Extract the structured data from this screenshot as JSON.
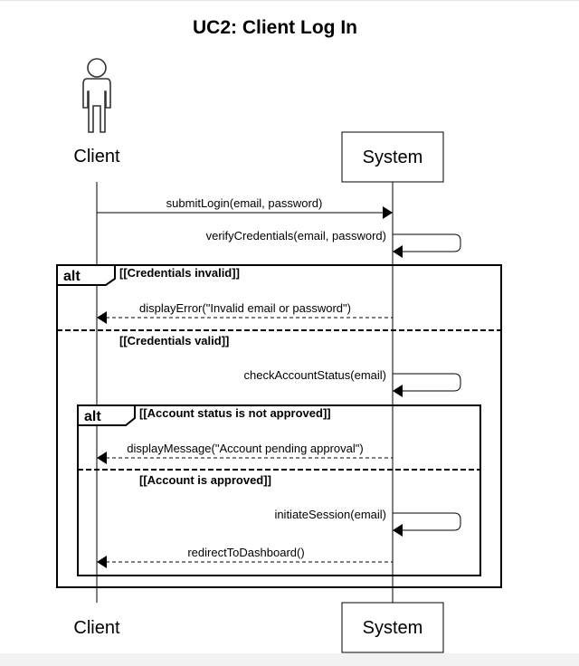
{
  "title": "UC2: Client Log In",
  "participants": {
    "client": "Client",
    "system": "System"
  },
  "messages": {
    "submit_login": "submitLogin(email, password)",
    "verify_credentials": "verifyCredentials(email, password)",
    "display_error": "displayError(\"Invalid email or password\")",
    "check_account_status": "checkAccountStatus(email)",
    "display_message": "displayMessage(\"Account pending approval\")",
    "initiate_session": "initiateSession(email)",
    "redirect_to_dashboard": "redirectToDashboard()"
  },
  "fragments": {
    "outer": {
      "operator": "alt",
      "guard_1": "[[Credentials invalid]]",
      "guard_2": "[[Credentials valid]]"
    },
    "inner": {
      "operator": "alt",
      "guard_1": "[[Account status is not approved]]",
      "guard_2": "[[Account is approved]]"
    }
  }
}
